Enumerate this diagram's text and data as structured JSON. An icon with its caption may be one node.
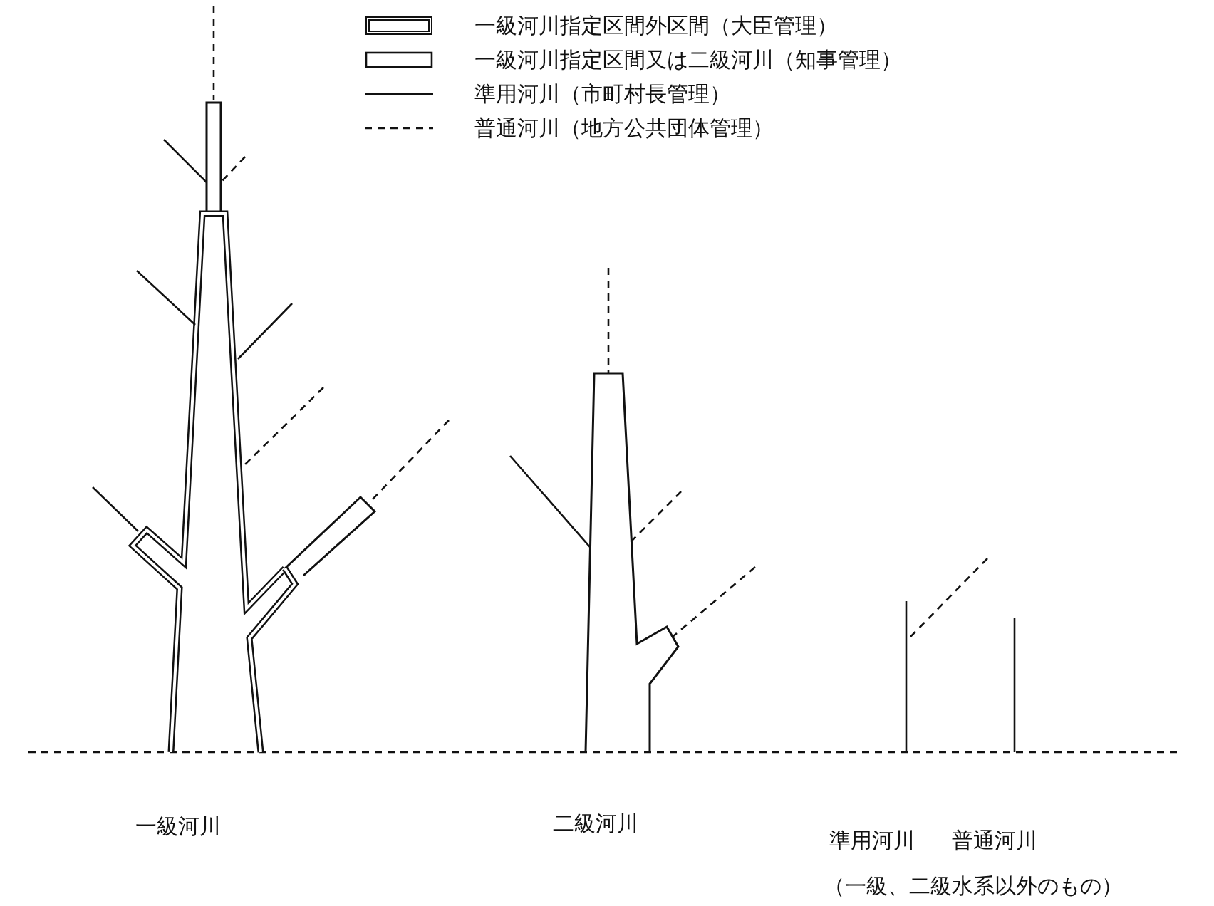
{
  "diagram": {
    "labels": [
      "一級河川",
      "二級河川",
      "準用河川",
      "普通河川",
      "（一級、二級水系以外のもの）"
    ],
    "legend": [
      {
        "text": "一級河川指定区間外区間（大臣管理）"
      },
      {
        "text": "一級河川指定区間又は二級河川（知事管理）"
      },
      {
        "text": "準用河川（市町村長管理）"
      },
      {
        "text": "普通河川（地方公共団体管理）"
      }
    ]
  }
}
